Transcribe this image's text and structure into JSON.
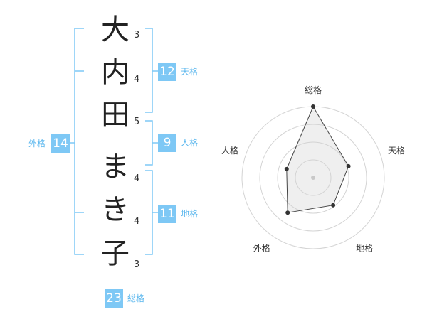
{
  "name_chars": [
    {
      "char": "大",
      "strokes": "3"
    },
    {
      "char": "内",
      "strokes": "4"
    },
    {
      "char": "田",
      "strokes": "5"
    },
    {
      "char": "ま",
      "strokes": "4"
    },
    {
      "char": "き",
      "strokes": "4"
    },
    {
      "char": "子",
      "strokes": "3"
    }
  ],
  "fortunes": {
    "tenkaku": {
      "value": "12",
      "label": "天格"
    },
    "jinkaku": {
      "value": "9",
      "label": "人格"
    },
    "chikaku": {
      "value": "11",
      "label": "地格"
    },
    "gaikaku": {
      "value": "14",
      "label": "外格"
    },
    "soukaku": {
      "value": "23",
      "label": "総格"
    }
  },
  "colors": {
    "accent": "#7ec8f5",
    "label": "#5bb7ee"
  },
  "chart_data": {
    "type": "radar",
    "axes": [
      "総格",
      "天格",
      "地格",
      "外格",
      "人格"
    ],
    "values": [
      23,
      12,
      11,
      14,
      9
    ],
    "rmax": 23,
    "rings": 4
  }
}
